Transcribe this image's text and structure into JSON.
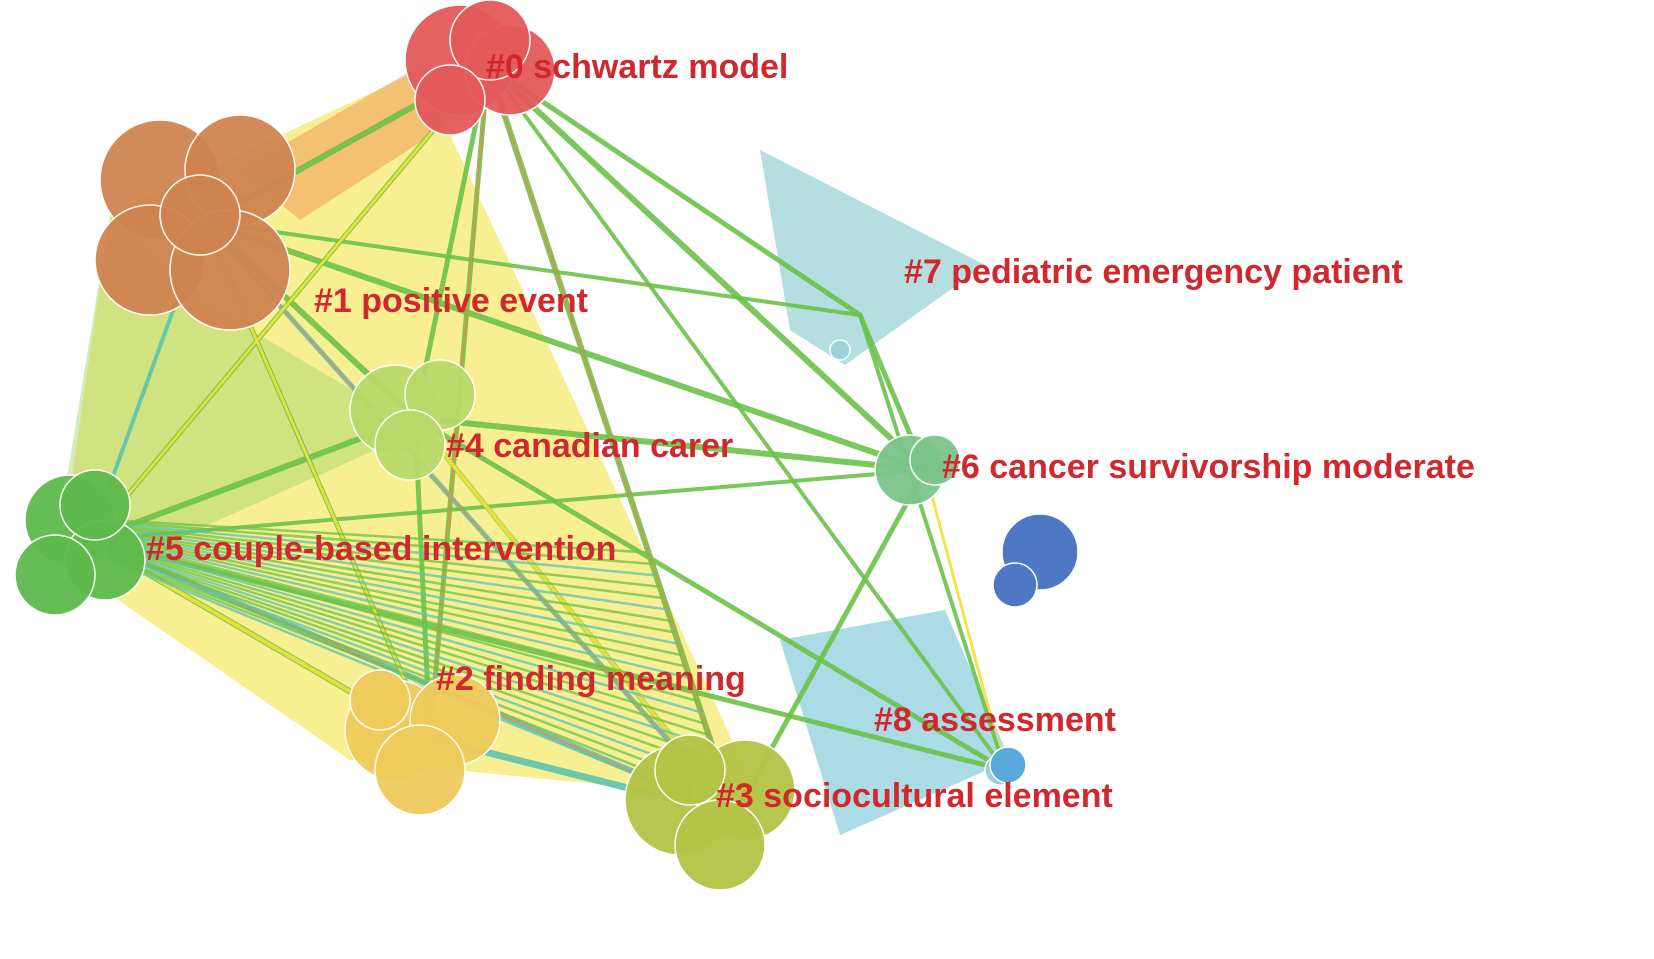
{
  "clusters": [
    {
      "id": "0",
      "label": "#0  schwartz model",
      "color": "#e45a5a"
    },
    {
      "id": "1",
      "label": "#1  positive event",
      "color": "#cf8450"
    },
    {
      "id": "2",
      "label": "#2  finding meaning",
      "color": "#efcb5c"
    },
    {
      "id": "3",
      "label": "#3  sociocultural element",
      "color": "#b4c446"
    },
    {
      "id": "4",
      "label": "#4  canadian carer",
      "color": "#b8da6a"
    },
    {
      "id": "5",
      "label": "#5  couple-based intervention",
      "color": "#5fba4c"
    },
    {
      "id": "6",
      "label": "#6  cancer survivorship moderate",
      "color": "#7cc58a"
    },
    {
      "id": "7",
      "label": "#7  pediatric emergency patient",
      "color": "#9bd3d6"
    },
    {
      "id": "8",
      "label": "#8  assessment",
      "color": "#8fd0dc"
    }
  ],
  "palette": {
    "link_green": "#6cc24a",
    "link_yellow": "#f2e23a",
    "link_teal": "#5ec3b0",
    "link_orange": "#f0884a",
    "extra_node_blue": "#4f78c4",
    "extra_node_lightblue": "#5aa9dc"
  }
}
